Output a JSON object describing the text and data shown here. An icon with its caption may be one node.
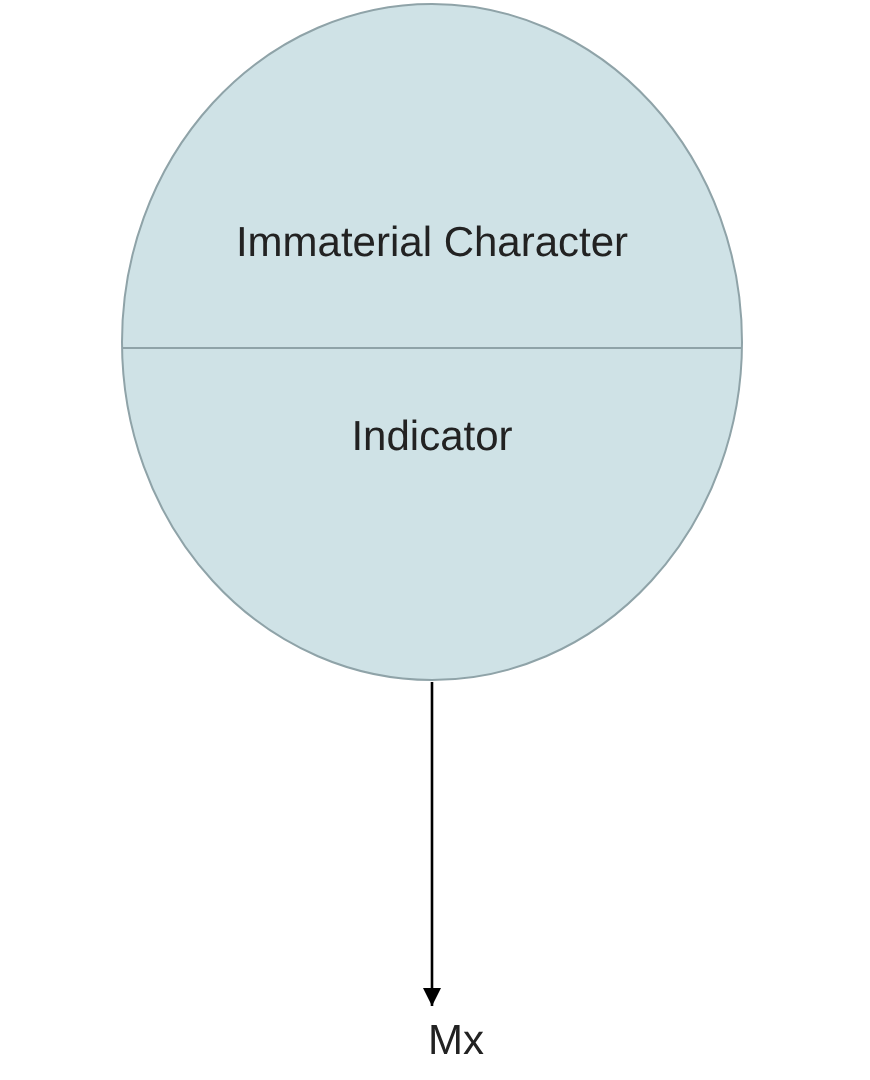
{
  "diagram": {
    "nodes": [
      {
        "text": [
          "Immaterial Character",
          "Indicator"
        ]
      },
      {
        "text": [
          "Mx"
        ]
      }
    ],
    "edges": [
      {
        "from": 0,
        "to": 1,
        "arrow": "to"
      }
    ]
  }
}
